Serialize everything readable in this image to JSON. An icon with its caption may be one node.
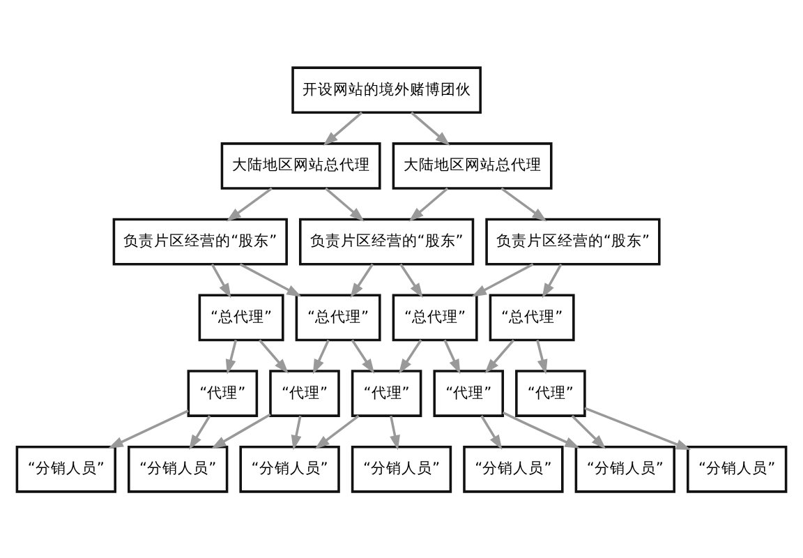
{
  "diagram": {
    "nodes": [
      {
        "text": [
          "开设网站的境外赌博团伙"
        ]
      },
      {
        "text": [
          "大陆地区网站总代理"
        ]
      },
      {
        "text": [
          "大陆地区网站总代理"
        ]
      },
      {
        "text": [
          "负责片区经营的“股东”"
        ]
      },
      {
        "text": [
          "负责片区经营的“股东”"
        ]
      },
      {
        "text": [
          "负责片区经营的“股东”"
        ]
      },
      {
        "text": [
          "“总代理”"
        ]
      },
      {
        "text": [
          "“总代理”"
        ]
      },
      {
        "text": [
          "“总代理”"
        ]
      },
      {
        "text": [
          "“总代理”"
        ]
      },
      {
        "text": [
          "“代理”"
        ]
      },
      {
        "text": [
          "“代理”"
        ]
      },
      {
        "text": [
          "“代理”"
        ]
      },
      {
        "text": [
          "“代理”"
        ]
      },
      {
        "text": [
          "“代理”"
        ]
      },
      {
        "text": [
          "“分销人员”"
        ]
      },
      {
        "text": [
          "“分销人员”"
        ]
      },
      {
        "text": [
          "“分销人员”"
        ]
      },
      {
        "text": [
          "“分销人员”"
        ]
      },
      {
        "text": [
          "“分销人员”"
        ]
      },
      {
        "text": [
          "“分销人员”"
        ]
      },
      {
        "text": [
          "“分销人员”"
        ]
      }
    ],
    "edges": [
      {
        "from": 0,
        "to": 1,
        "arrow": "to"
      },
      {
        "from": 0,
        "to": 2,
        "arrow": "to"
      },
      {
        "from": 1,
        "to": 3,
        "arrow": "to"
      },
      {
        "from": 1,
        "to": 4,
        "arrow": "to"
      },
      {
        "from": 2,
        "to": 4,
        "arrow": "to"
      },
      {
        "from": 2,
        "to": 5,
        "arrow": "to"
      },
      {
        "from": 3,
        "to": 6,
        "arrow": "to"
      },
      {
        "from": 3,
        "to": 7,
        "arrow": "to"
      },
      {
        "from": 4,
        "to": 7,
        "arrow": "to"
      },
      {
        "from": 4,
        "to": 8,
        "arrow": "to"
      },
      {
        "from": 5,
        "to": 8,
        "arrow": "to"
      },
      {
        "from": 5,
        "to": 9,
        "arrow": "to"
      },
      {
        "from": 6,
        "to": 10,
        "arrow": "to"
      },
      {
        "from": 6,
        "to": 11,
        "arrow": "to"
      },
      {
        "from": 7,
        "to": 11,
        "arrow": "to"
      },
      {
        "from": 7,
        "to": 12,
        "arrow": "to"
      },
      {
        "from": 8,
        "to": 12,
        "arrow": "to"
      },
      {
        "from": 8,
        "to": 13,
        "arrow": "to"
      },
      {
        "from": 9,
        "to": 13,
        "arrow": "to"
      },
      {
        "from": 9,
        "to": 14,
        "arrow": "to"
      },
      {
        "from": 10,
        "to": 15,
        "arrow": "to"
      },
      {
        "from": 10,
        "to": 16,
        "arrow": "to"
      },
      {
        "from": 11,
        "to": 16,
        "arrow": "to"
      },
      {
        "from": 11,
        "to": 17,
        "arrow": "to"
      },
      {
        "from": 12,
        "to": 17,
        "arrow": "to"
      },
      {
        "from": 12,
        "to": 18,
        "arrow": "to"
      },
      {
        "from": 13,
        "to": 19,
        "arrow": "to"
      },
      {
        "from": 13,
        "to": 20,
        "arrow": "to"
      },
      {
        "from": 14,
        "to": 20,
        "arrow": "to"
      },
      {
        "from": 14,
        "to": 21,
        "arrow": "to"
      }
    ]
  }
}
